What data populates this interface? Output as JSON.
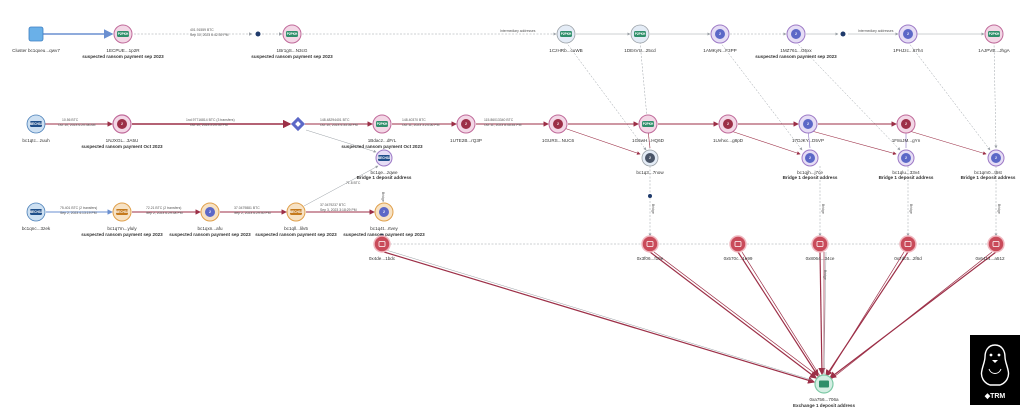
{
  "colors": {
    "p2pkh": "#2e8f6a",
    "service": "#5c68c7",
    "bech32": "#4a7fb8",
    "exchange": "#c94b5a",
    "ransom_ring": "#c06a9a",
    "purple_ring": "#9d7ac6",
    "edge_red": "#9c2f47",
    "edge_purple": "#8a6fc0",
    "edge_blue": "#6a8fd0",
    "edge_gray": "#9aa0a6"
  },
  "legend_badges": {
    "p2pkh": "P2PKH",
    "bech32": "BECH32",
    "count_badge": "2"
  },
  "nodes": [
    {
      "id": "cluster",
      "type": "cluster",
      "label": "Cluster bc1qxeu...qwv7",
      "sub": ""
    },
    {
      "id": "n1",
      "type": "p2pkh",
      "label": "1ECPUE...1p2R",
      "sub": "suspected ransom payment sep 2023"
    },
    {
      "id": "n2",
      "type": "p2pkh",
      "label": "1Br1gS...N3cG",
      "sub": "suspected ransom payment sep 2023"
    },
    {
      "id": "n3",
      "type": "p2pkh",
      "label": "1CzHRb...cuWB",
      "sub": ""
    },
    {
      "id": "n4",
      "type": "p2pkh",
      "label": "1DEsVU...25cd",
      "sub": ""
    },
    {
      "id": "n5",
      "type": "service",
      "label": "1AMKyN...F3PP",
      "sub": ""
    },
    {
      "id": "n6",
      "type": "service",
      "label": "1MZ761...G5xx",
      "sub": "suspected ransom payment sep 2023"
    },
    {
      "id": "n7",
      "type": "service",
      "label": "1PHJzc...67h4",
      "sub": ""
    },
    {
      "id": "n8",
      "type": "p2pkh",
      "label": "1AJPVE...JhgA",
      "sub": ""
    },
    {
      "id": "m1",
      "type": "bech32",
      "label": "bc1qtc...zuuh",
      "sub": ""
    },
    {
      "id": "m2",
      "type": "red",
      "label": "1NJXGL...3A5U",
      "sub": "suspected ransom payment Oct 2023"
    },
    {
      "id": "m3",
      "type": "service",
      "label": "",
      "sub": ""
    },
    {
      "id": "m4",
      "type": "p2pkh",
      "label": "1Bdacz...dFrL",
      "sub": "suspected ransom payment Oct 2023"
    },
    {
      "id": "m5",
      "type": "red",
      "label": "1UTE2B...rQ3P",
      "sub": ""
    },
    {
      "id": "m6",
      "type": "red",
      "label": "1GURS...NUC6",
      "sub": ""
    },
    {
      "id": "m7",
      "type": "p2pkh",
      "label": "1G6wH...HQ6D",
      "sub": ""
    },
    {
      "id": "m8",
      "type": "red",
      "label": "1Uvhxc...g8pD",
      "sub": ""
    },
    {
      "id": "m9",
      "type": "service",
      "label": "17DJKY...D5VP",
      "sub": ""
    },
    {
      "id": "m10",
      "type": "red",
      "label": "1F8oJM...gYn",
      "sub": ""
    },
    {
      "id": "m11",
      "type": "service",
      "label": "bc1q3...7now",
      "sub": ""
    },
    {
      "id": "m12",
      "type": "service",
      "label": "bc1qjh...j7ce",
      "sub": "Bridge 1 deposit address"
    },
    {
      "id": "m13",
      "type": "service",
      "label": "bc1qlu...33v4",
      "sub": "Bridge 1 deposit address"
    },
    {
      "id": "m14",
      "type": "service",
      "label": "bc1qm0...t6st",
      "sub": "Bridge 1 deposit address"
    },
    {
      "id": "m15",
      "type": "bech32",
      "label": "bc1qe...zqwe",
      "sub": "Bridge 1 deposit address"
    },
    {
      "id": "b1",
      "type": "bech32",
      "label": "bc1qnc...3zek",
      "sub": ""
    },
    {
      "id": "b2",
      "type": "orange",
      "label": "bc1q7m...yluly",
      "sub": "suspected ransom payment sep 2023"
    },
    {
      "id": "b3",
      "type": "service",
      "label": "bc1qxn...afu",
      "sub": "suspected ransom payment sep 2023"
    },
    {
      "id": "b4",
      "type": "orange",
      "label": "bc1qll...lilv5",
      "sub": "suspected ransom payment sep 2023"
    },
    {
      "id": "b5",
      "type": "service",
      "label": "bc1q4t...rtvey",
      "sub": "suspected ransom payment sep 2023"
    },
    {
      "id": "e1",
      "type": "exchange",
      "label": "0x4de...1bdc",
      "sub": ""
    },
    {
      "id": "e2",
      "type": "exchange",
      "label": "0x3f06...f19e",
      "sub": ""
    },
    {
      "id": "e3",
      "type": "exchange",
      "label": "0x570c...1e99",
      "sub": ""
    },
    {
      "id": "e4",
      "type": "exchange",
      "label": "0x8064...34ce",
      "sub": ""
    },
    {
      "id": "e5",
      "type": "exchange",
      "label": "0x7dc5...2f6d",
      "sub": ""
    },
    {
      "id": "e6",
      "type": "exchange",
      "label": "0x6414...a512",
      "sub": ""
    },
    {
      "id": "x1",
      "type": "p2pkh",
      "label": "0xa756...706a",
      "sub": "Exchange 1 deposit address"
    }
  ],
  "edge_labels": [
    {
      "id": "el1",
      "text": "401.91559 BTC",
      "sub": "Sep 10, 2023 6:42:39 PM"
    },
    {
      "id": "el2",
      "text": "Intermediary addresses",
      "sub": ""
    },
    {
      "id": "el3",
      "text": "Intermediary addresses",
      "sub": ""
    },
    {
      "id": "el4",
      "text": "10.56 BTC",
      "sub": "Oct 10, 2023 6:20:48 AM"
    },
    {
      "id": "el5",
      "text": "1nd.97716814 BTC (3 transfers)",
      "sub": "Oct 10, 2023 2:20:30 PM"
    },
    {
      "id": "el6",
      "text": "148.48294401 BTC",
      "sub": "Oct 10, 2023 4:35:56 PM"
    },
    {
      "id": "el7",
      "text": "148.40370 BTC",
      "sub": "Oct 11, 2023 3:24:56 PM"
    },
    {
      "id": "el8",
      "text": "115.86013340 BTC",
      "sub": "Oct 11, 2023 8:46:44 PM"
    },
    {
      "id": "el9",
      "text": "75.401 BTC (2 transfers)",
      "sub": "Sep 2, 2023 4:13:19 PM"
    },
    {
      "id": "el10",
      "text": "72.21 BTC (2 transfers)",
      "sub": "Sep 2, 2023 6:29:38 PM"
    },
    {
      "id": "el11",
      "text": "37.0479881 BTC",
      "sub": "Sep 2, 2023 6:29:30 PM"
    },
    {
      "id": "el12",
      "text": "37.0479237 BTC",
      "sub": "Sep 3, 2023 3:18:29 PM"
    },
    {
      "id": "el13",
      "text": "71.8 BTC",
      "sub": ""
    },
    {
      "id": "el14",
      "text": "Bridge",
      "sub": ""
    },
    {
      "id": "el15",
      "text": "Bridge",
      "sub": ""
    },
    {
      "id": "el16",
      "text": "Bridge",
      "sub": ""
    },
    {
      "id": "el17",
      "text": "Bridge",
      "sub": ""
    },
    {
      "id": "el18",
      "text": "Bridge",
      "sub": ""
    },
    {
      "id": "el19",
      "text": "Bridge",
      "sub": ""
    }
  ],
  "logo": {
    "text": "◆TRM",
    "icon": "penguin-icon"
  }
}
